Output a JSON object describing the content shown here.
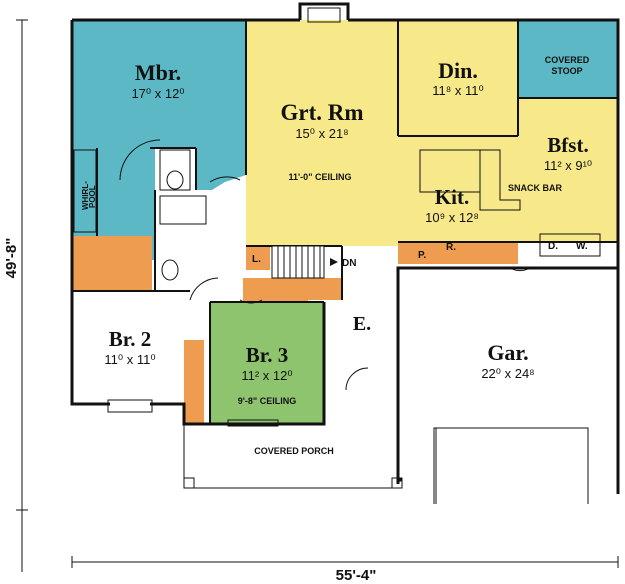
{
  "plan": {
    "dimensions": {
      "depth": "49'-8\"",
      "width": "55'-4\""
    },
    "rooms": {
      "mbr": {
        "name": "Mbr.",
        "size": "17⁰ x 12⁰"
      },
      "grt": {
        "name": "Grt. Rm",
        "size": "15⁰ x 21⁸",
        "note": "11'-0\" CEILING"
      },
      "din": {
        "name": "Din.",
        "size": "11⁸ x 11⁰"
      },
      "stoop": {
        "name_line1": "COVERED",
        "name_line2": "STOOP"
      },
      "bfst": {
        "name": "Bfst.",
        "size": "11² x 9¹⁰"
      },
      "kit": {
        "name": "Kit.",
        "size": "10⁹ x 12⁸",
        "note": "SNACK BAR"
      },
      "br2": {
        "name": "Br. 2",
        "size": "11⁰ x 11⁰"
      },
      "br3": {
        "name": "Br. 3",
        "size": "11² x 12⁰",
        "note": "9'-8\" CEILING"
      },
      "entry": {
        "name": "E."
      },
      "gar": {
        "name": "Gar.",
        "size": "22⁰ x 24⁸"
      },
      "porch": {
        "name": "COVERED PORCH"
      },
      "whirlpool": {
        "line1": "WHIRL-",
        "line2": "POOL"
      }
    },
    "small_labels": {
      "pantry": "P.",
      "range": "R.",
      "laundry": "L.",
      "down": "DN",
      "washer": "W.",
      "dryer": "D."
    },
    "colors": {
      "master": "#5bb8c4",
      "great_room": "#f7e88a",
      "bedroom3": "#8fc46e",
      "closet": "#ee9c4f",
      "line": "#111111"
    }
  }
}
